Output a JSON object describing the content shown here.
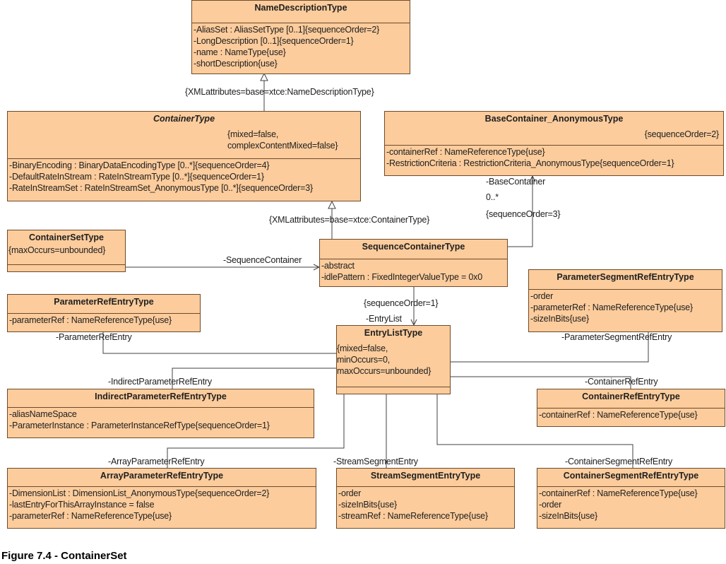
{
  "caption": "Figure 7.4 - ContainerSet",
  "classes": {
    "name_description": {
      "name": "NameDescriptionType",
      "attributes": [
        "-AliasSet : AliasSetType [0..1]{sequenceOrder=2}",
        "-LongDescription [0..1]{sequenceOrder=1}",
        "-name : NameType{use}",
        "-shortDescription{use}"
      ]
    },
    "container_type": {
      "name": "ContainerType",
      "tags": [
        "{mixed=false,",
        "complexContentMixed=false}"
      ],
      "attributes": [
        "-BinaryEncoding : BinaryDataEncodingType [0..*]{sequenceOrder=4}",
        "-DefaultRateInStream : RateInStreamType [0..*]{sequenceOrder=1}",
        "-RateInStreamSet : RateInStreamSet_AnonymousType [0..*]{sequenceOrder=3}"
      ]
    },
    "base_container": {
      "name": "BaseContainer_AnonymousType",
      "tags": [
        "{sequenceOrder=2}"
      ],
      "attributes": [
        "-containerRef : NameReferenceType{use}",
        "-RestrictionCriteria : RestrictionCriteria_AnonymousType{sequenceOrder=1}"
      ]
    },
    "container_set": {
      "name": "ContainerSetType",
      "tags": [
        "{maxOccurs=unbounded}"
      ]
    },
    "sequence_container": {
      "name": "SequenceContainerType",
      "attributes": [
        "-abstract",
        "-idlePattern : FixedIntegerValueType = 0x0"
      ]
    },
    "parameter_ref_entry": {
      "name": "ParameterRefEntryType",
      "attributes": [
        "-parameterRef : NameReferenceType{use}"
      ]
    },
    "parameter_segment_ref_entry": {
      "name": "ParameterSegmentRefEntryType",
      "attributes": [
        "-order",
        "-parameterRef : NameReferenceType{use}",
        "-sizeInBits{use}"
      ]
    },
    "entry_list": {
      "name": "EntryListType",
      "tags": [
        "{mixed=false,",
        "minOccurs=0,",
        "maxOccurs=unbounded}"
      ]
    },
    "indirect_parameter_ref_entry": {
      "name": "IndirectParameterRefEntryType",
      "attributes": [
        "-aliasNameSpace",
        "-ParameterInstance : ParameterInstanceRefType{sequenceOrder=1}"
      ]
    },
    "container_ref_entry": {
      "name": "ContainerRefEntryType",
      "attributes": [
        "-containerRef : NameReferenceType{use}"
      ]
    },
    "array_parameter_ref_entry": {
      "name": "ArrayParameterRefEntryType",
      "attributes": [
        "-DimensionList : DimensionList_AnonymousType{sequenceOrder=2}",
        "-lastEntryForThisArrayInstance = false",
        "-parameterRef : NameReferenceType{use}"
      ]
    },
    "stream_segment_entry": {
      "name": "StreamSegmentEntryType",
      "attributes": [
        "-order",
        "-sizeInBits{use}",
        "-streamRef : NameReferenceType{use}"
      ]
    },
    "container_segment_ref_entry": {
      "name": "ContainerSegmentRefEntryType",
      "attributes": [
        "-containerRef : NameReferenceType{use}",
        "-order",
        "-sizeInBits{use}"
      ]
    }
  },
  "connectors": {
    "xml_attr_name_description": "{XMLattributes=base=xtce:NameDescriptionType}",
    "xml_attr_container_type": "{XMLattributes=base=xtce:ContainerType}",
    "base_container_role": "-BaseContainer",
    "base_container_mult": "0..*",
    "base_container_order": "{sequenceOrder=3}",
    "sequence_container_role": "-SequenceContainer",
    "entry_list_order": "{sequenceOrder=1}",
    "entry_list_role": "-EntryList",
    "parameter_ref_entry_role": "-ParameterRefEntry",
    "parameter_segment_ref_entry_role": "-ParameterSegmentRefEntry",
    "indirect_parameter_ref_entry_role": "-IndirectParameterRefEntry",
    "container_ref_entry_role": "-ContainerRefEntry",
    "array_parameter_ref_entry_role": "-ArrayParameterRefEntry",
    "stream_segment_entry_role": "-StreamSegmentEntry",
    "container_segment_ref_entry_role": "-ContainerSegmentRefEntry"
  },
  "colors": {
    "class_fill": "#fccc9c",
    "class_border": "#6e4a2a",
    "connector": "#404040"
  }
}
